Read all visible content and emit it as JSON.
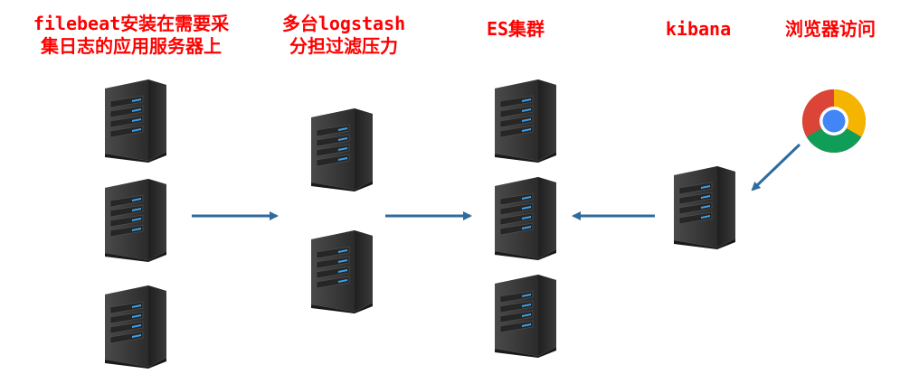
{
  "labels": {
    "filebeat_line1": "filebeat安装在需要采",
    "filebeat_line2": "集日志的应用服务器上",
    "logstash_line1": "多台logstash",
    "logstash_line2": "分担过滤压力",
    "es": "ES集群",
    "kibana": "kibana",
    "browser": "浏览器访问"
  },
  "colors": {
    "label": "#ff0000",
    "arrow": "#2e6b9e",
    "server_body": "#3a3a3a",
    "server_led": "#3fa0e8"
  },
  "icons": {
    "server": "server-rack-icon",
    "browser": "chrome-icon"
  }
}
